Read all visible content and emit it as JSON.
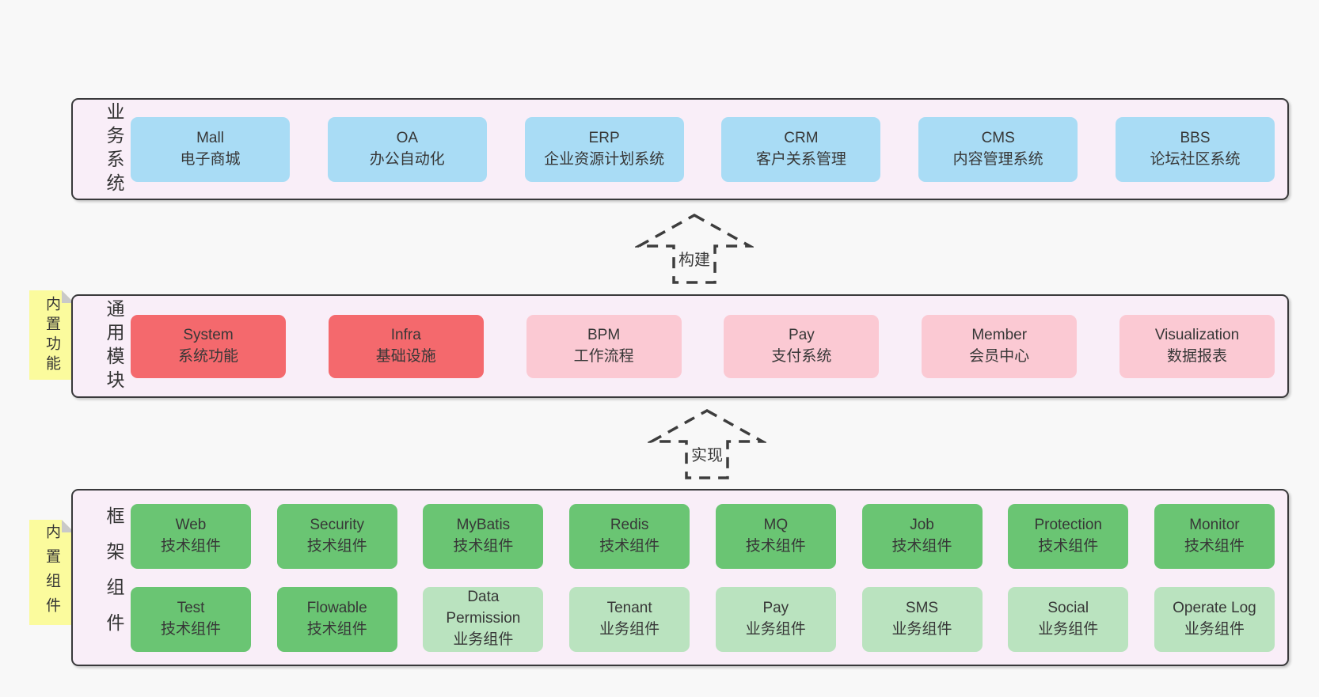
{
  "colors": {
    "page_bg": "#f8f8f8",
    "band_bg": "#f9eef8",
    "band_border": "#39393b",
    "box_blue": "#a9dcf5",
    "box_red": "#f4696d",
    "box_pink": "#fbc9d3",
    "box_green": "#6ac573",
    "box_green_light": "#bae3bf",
    "sticky_yellow": "#fbfb9d",
    "sticky_fold_gray": "#c9c9c9",
    "text": "#373737"
  },
  "arrows": {
    "build": {
      "label": "构建"
    },
    "implement": {
      "label": "实现"
    }
  },
  "bands": {
    "business": {
      "label": "业务系统",
      "boxes": [
        {
          "name": "Mall",
          "desc": "电子商城"
        },
        {
          "name": "OA",
          "desc": "办公自动化"
        },
        {
          "name": "ERP",
          "desc": "企业资源计划系统"
        },
        {
          "name": "CRM",
          "desc": "客户关系管理"
        },
        {
          "name": "CMS",
          "desc": "内容管理系统"
        },
        {
          "name": "BBS",
          "desc": "论坛社区系统"
        }
      ]
    },
    "common": {
      "label": "通用模块",
      "sticky": "内置功能",
      "boxes": [
        {
          "name": "System",
          "desc": "系统功能"
        },
        {
          "name": "Infra",
          "desc": "基础设施"
        },
        {
          "name": "BPM",
          "desc": "工作流程"
        },
        {
          "name": "Pay",
          "desc": "支付系统"
        },
        {
          "name": "Member",
          "desc": "会员中心"
        },
        {
          "name": "Visualization",
          "desc": "数据报表"
        }
      ]
    },
    "framework": {
      "label": "框架组件",
      "sticky": "内置组件",
      "row1": [
        {
          "name": "Web",
          "desc": "技术组件"
        },
        {
          "name": "Security",
          "desc": "技术组件"
        },
        {
          "name": "MyBatis",
          "desc": "技术组件"
        },
        {
          "name": "Redis",
          "desc": "技术组件"
        },
        {
          "name": "MQ",
          "desc": "技术组件"
        },
        {
          "name": "Job",
          "desc": "技术组件"
        },
        {
          "name": "Protection",
          "desc": "技术组件"
        },
        {
          "name": "Monitor",
          "desc": "技术组件"
        }
      ],
      "row2": [
        {
          "name": "Test",
          "desc": "技术组件"
        },
        {
          "name": "Flowable",
          "desc": "技术组件"
        },
        {
          "name": "Data Permission",
          "desc": "业务组件"
        },
        {
          "name": "Tenant",
          "desc": "业务组件"
        },
        {
          "name": "Pay",
          "desc": "业务组件"
        },
        {
          "name": "SMS",
          "desc": "业务组件"
        },
        {
          "name": "Social",
          "desc": "业务组件"
        },
        {
          "name": "Operate Log",
          "desc": "业务组件"
        }
      ]
    }
  }
}
